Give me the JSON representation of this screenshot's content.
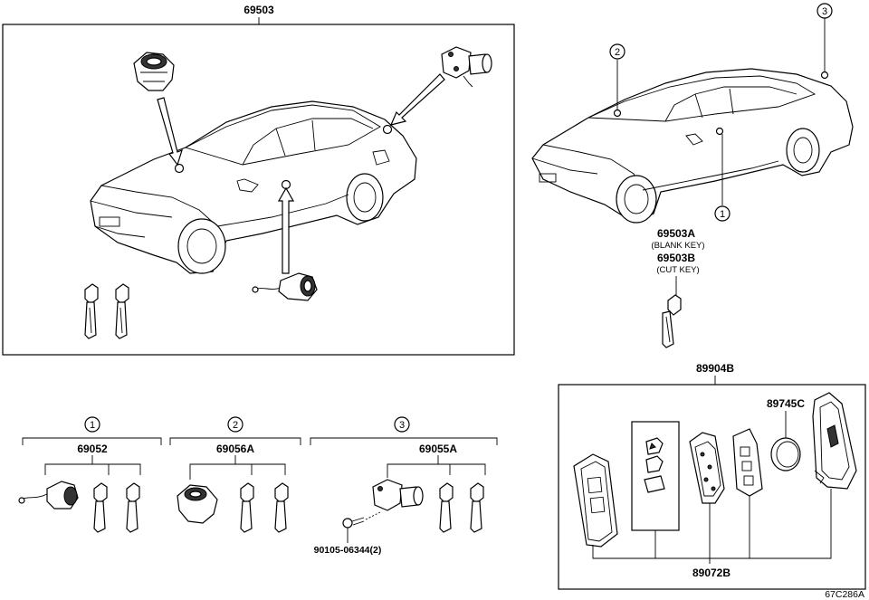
{
  "labels": {
    "top_main": "69503",
    "blank_key": "69503A",
    "blank_key_note": "(BLANK KEY)",
    "cut_key": "69503B",
    "cut_key_note": "(CUT KEY)",
    "keyfob_assy": "89904B",
    "battery": "89745C",
    "circuit": "89072B",
    "cyl_set_1": "69052",
    "cyl_set_2": "69056A",
    "cyl_set_3": "69055A",
    "screw": "90105-06344(2)",
    "diagram_code": "67C286A"
  },
  "callouts": {
    "c1": "1",
    "c2": "2",
    "c3": "3"
  }
}
